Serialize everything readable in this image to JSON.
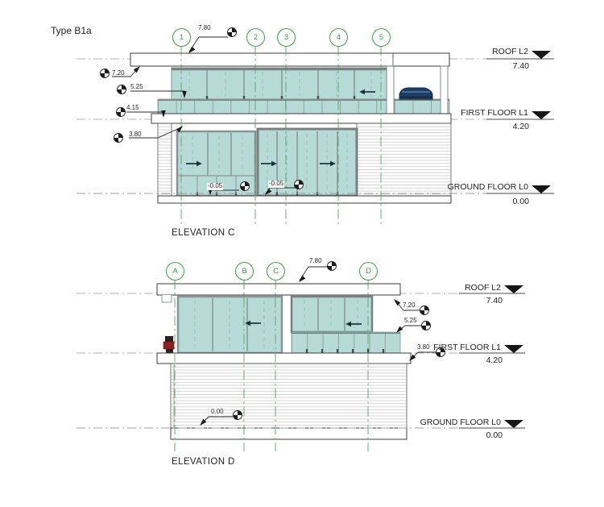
{
  "sheet": {
    "type_label": "Type B1a"
  },
  "colors": {
    "glazing": "#b6dad6",
    "grid_green": "#3f9d49",
    "line_dark": "#3c3c3c",
    "level_line_gray": "#b3b3b3",
    "terrace_object_navy": "#1d3f66",
    "terrace_object_red": "#8c2320"
  },
  "elevation_c": {
    "title": "ELEVATION C",
    "grid_bubbles": [
      "1",
      "2",
      "3",
      "4",
      "5"
    ],
    "dimension": "7.80",
    "spots": {
      "roof_soffit": "7.20",
      "balustrade_top": "5.25",
      "deck_level": "4.15",
      "slab_soffit": "3.80",
      "floor_left": "-0.05",
      "floor_right": "-0.05"
    },
    "levels": [
      {
        "name": "ROOF L2",
        "value": "7.40"
      },
      {
        "name": "FIRST FLOOR L1",
        "value": "4.20"
      },
      {
        "name": "GROUND FLOOR L0",
        "value": "0.00"
      }
    ]
  },
  "elevation_d": {
    "title": "ELEVATION D",
    "grid_bubbles": [
      "A",
      "B",
      "C",
      "D"
    ],
    "dimension": "7.80",
    "spots": {
      "roof_soffit": "7.20",
      "balustrade_top": "5.25",
      "slab_soffit": "3.80",
      "ground": "0.00"
    },
    "levels": [
      {
        "name": "ROOF L2",
        "value": "7.40"
      },
      {
        "name": "FIRST FLOOR L1",
        "value": "4.20"
      },
      {
        "name": "GROUND FLOOR L0",
        "value": "0.00"
      }
    ]
  }
}
